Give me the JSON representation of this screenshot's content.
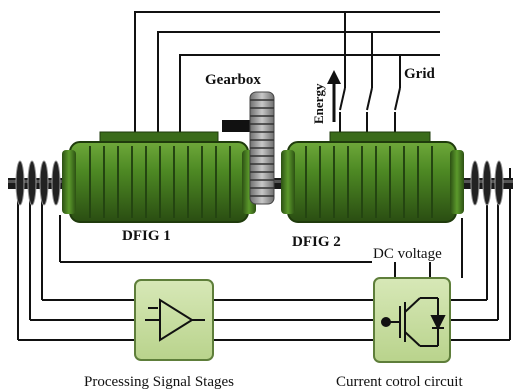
{
  "labels": {
    "gearbox": "Gearbox",
    "energy": "Energy",
    "grid": "Grid",
    "dfig1": "DFIG 1",
    "dfig2": "DFIG 2",
    "dc_voltage": "DC voltage",
    "processing": "Processing Signal Stages",
    "current_control": "Current cotrol circuit"
  },
  "colors": {
    "machine_dark": "#2f5616",
    "machine_mid": "#4e8a24",
    "machine_light": "#7db443",
    "block_fill": "#c9dea1",
    "block_stroke": "#5e7e3a",
    "wire": "#111111",
    "gear": "#9a9a9a"
  },
  "icons": {
    "processing_block": "amplifier-triangle-icon",
    "control_block": "igbt-diode-icon"
  }
}
